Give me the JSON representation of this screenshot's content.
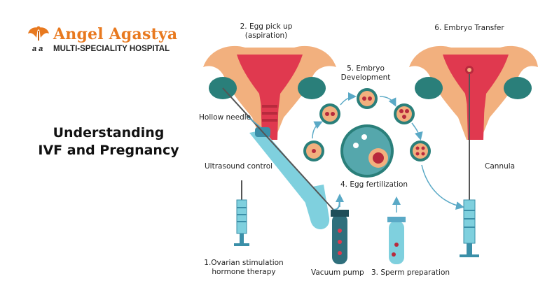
{
  "logo": {
    "title": "Angel Agastya",
    "subtitle": "MULTI-SPECIALITY HOSPITAL",
    "mark": "a a"
  },
  "heading": {
    "line1": "Understanding",
    "line2": "IVF and Pregnancy"
  },
  "labels": {
    "egg_pickup_1": "2. Egg pick up",
    "egg_pickup_2": "(aspiration)",
    "embryo_transfer": "6. Embryo Transfer",
    "embryo_dev_1": "5. Embryo",
    "embryo_dev_2": "Development",
    "hollow_needle": "Hollow needle",
    "ultrasound": "Ultrasound control",
    "egg_fert": "4. Egg fertilization",
    "cannula": "Cannula",
    "ovarian_1": "1.Ovarian stimulation",
    "ovarian_2": "hormone therapy",
    "vacuum": "Vacuum pump",
    "sperm": "3. Sperm preparation"
  },
  "colors": {
    "uterus_outer": "#f2b07e",
    "uterus_inner": "#e0394f",
    "ovary": "#2a7f7a",
    "tool": "#7fd0de",
    "arrow": "#5aa9c6",
    "brand": "#e8791f"
  }
}
